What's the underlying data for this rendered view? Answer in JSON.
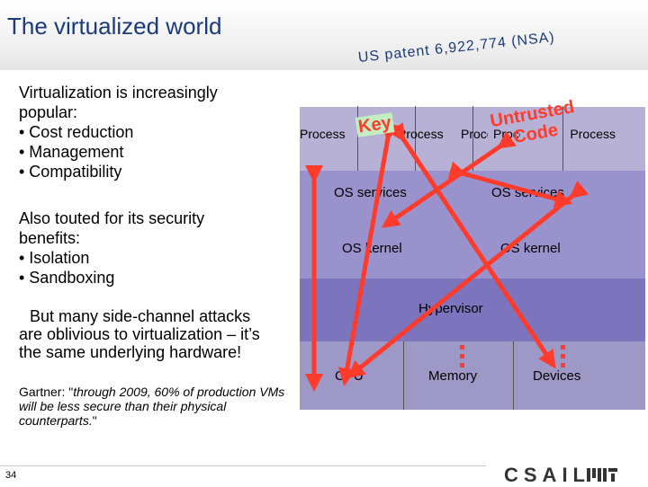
{
  "title": "The virtualized world",
  "left": {
    "intro": "Virtualization is increasingly popular:",
    "bullets": [
      "• Cost reduction",
      "• Management",
      "• Compatibility"
    ],
    "security_intro": "Also touted for its security benefits:",
    "security_bullets": [
      "• Isolation",
      "• Sandboxing"
    ],
    "side_channel": [
      "But many side-channel attacks",
      "are oblivious to virtualization – it’s",
      "the same underlying hardware!"
    ],
    "gartner_lead": "Gartner: \"",
    "gartner_quote": "through 2009, 60% of production VMs will be less secure than their physical counterparts.",
    "gartner_tail": "\""
  },
  "diagram": {
    "patent": "US patent 6,922,774 (NSA)",
    "processes": [
      "Process",
      "Process",
      "Process",
      "Process",
      "Process"
    ],
    "os_services": [
      "OS services",
      "OS services"
    ],
    "os_kernels": [
      "OS kernel",
      "OS kernel"
    ],
    "hypervisor": "Hypervisor",
    "hardware": [
      "CPU",
      "Memory",
      "Devices"
    ],
    "key_label": "Key",
    "untrusted_label": [
      "Untrusted",
      "Code"
    ]
  },
  "footer": {
    "slide_number": "34",
    "logo_text": "CSAIL"
  },
  "colors": {
    "title": "#1a3a7a",
    "arrow": "#ff3b2b",
    "hypervisor_layer": "#7d74be"
  }
}
